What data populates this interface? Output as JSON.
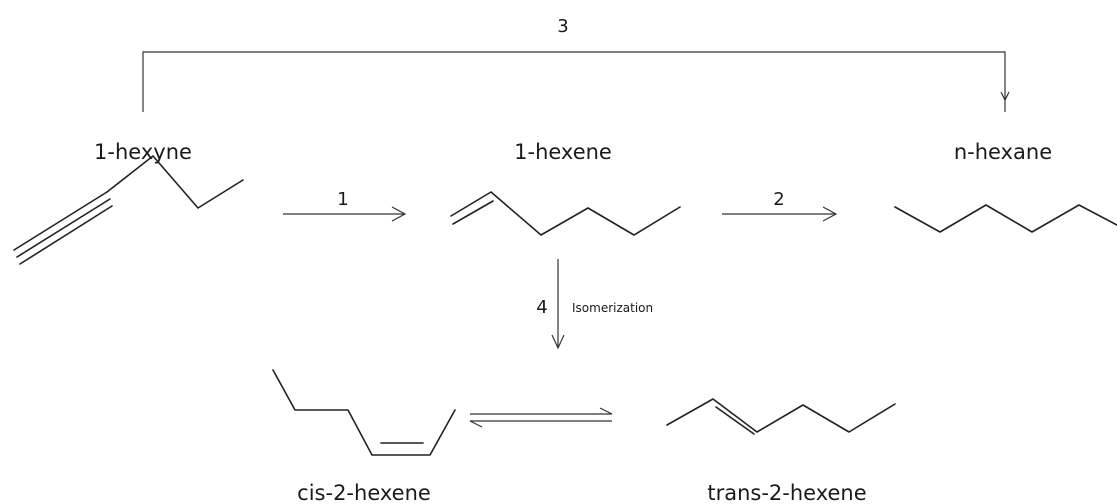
{
  "compounds": {
    "hexyne": "1-hexyne",
    "hexene": "1-hexene",
    "hexane": "n-hexane",
    "cis": "cis-2-hexene",
    "trans": "trans-2-hexene"
  },
  "steps": {
    "one": "1",
    "two": "2",
    "three": "3",
    "four": "4",
    "isomerization": "Isomerization"
  }
}
